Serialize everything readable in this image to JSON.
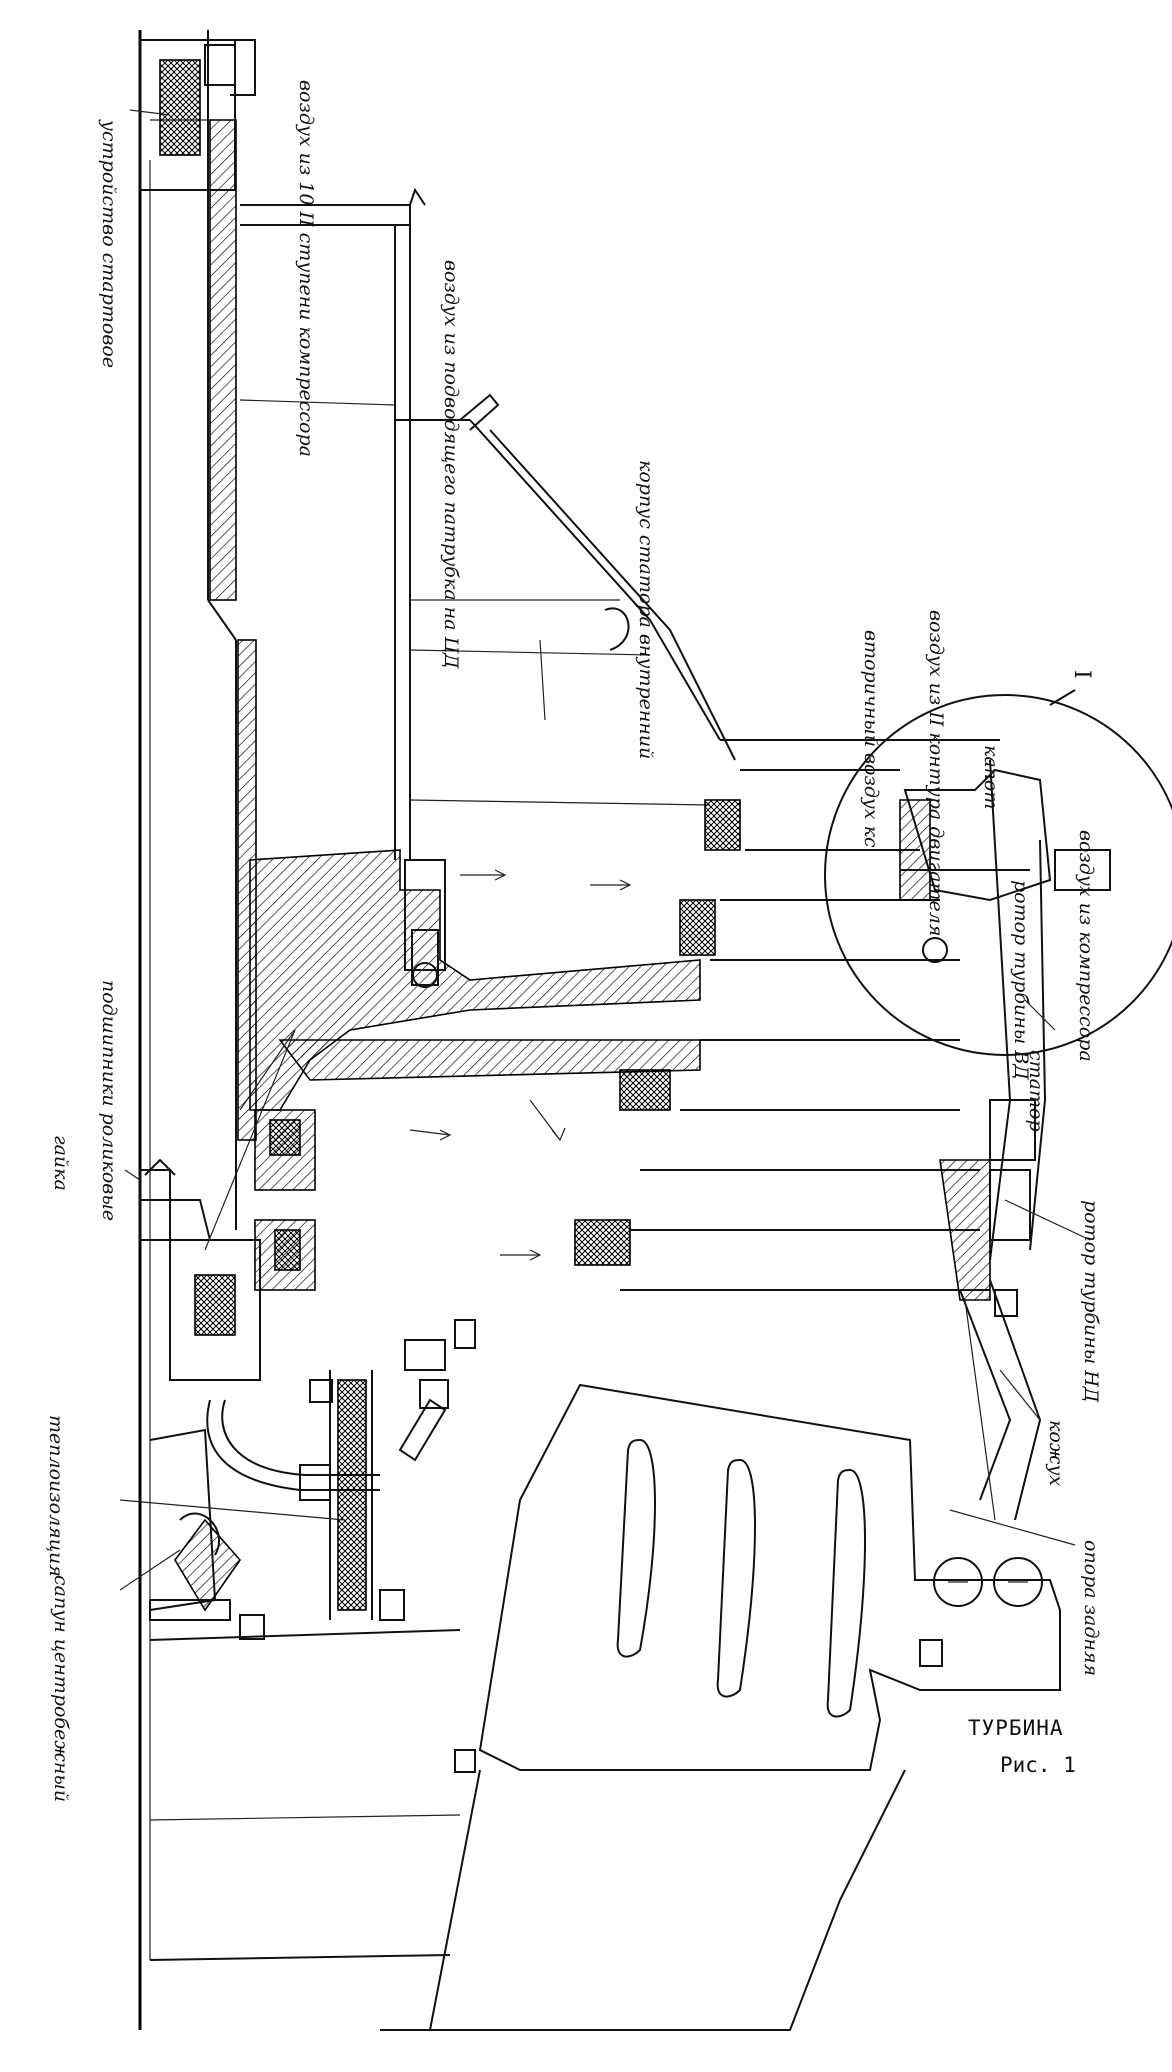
{
  "figure": {
    "title": "ТУРБИНА",
    "number": "Рис. 1"
  },
  "labels": {
    "starting_device": "устройство стартовое",
    "air_from_compressor_stage": "воздух из 10 II ступени компрессора",
    "air_to_rear_support": "воздух из подводящего патрубка на ЦД",
    "stator_case_inner": "корпус статора внутренний",
    "detail_marker": "I",
    "secondary_air": "вторичный воздух кс",
    "air_from_outer_contour": "воздух из II контура двигателя",
    "hood": "капот",
    "air_from_compressor": "воздух из компрессора",
    "rotor_hp": "ротор турбины ВД",
    "stator": "статор",
    "rotor_lp": "ротор турбины НД",
    "bearings": "подшипники роликовые",
    "nut": "гайка",
    "heat_shield": "теплоизоляция",
    "centrifugal_breather": "сапун центробежный",
    "casing": "кожух",
    "rear_support": "опора задняя"
  }
}
